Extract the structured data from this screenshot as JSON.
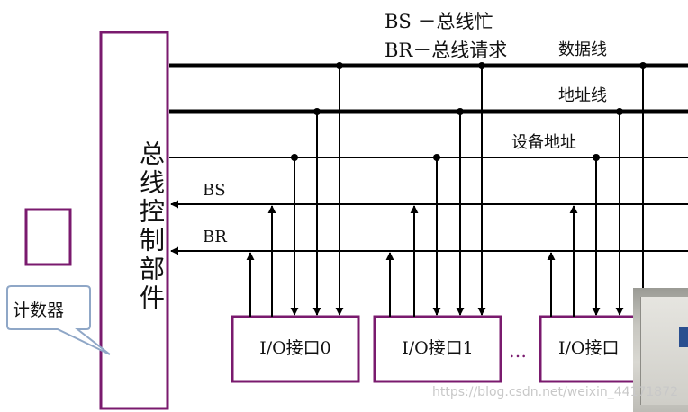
{
  "header": {
    "partial_title": ""
  },
  "legend": {
    "bs": "BS －总线忙",
    "br": "BR－总线请求"
  },
  "bus_lines": {
    "data": "数据线",
    "address": "地址线",
    "device_address": "设备地址",
    "bs": "BS",
    "br": "BR"
  },
  "controller": {
    "label": "总线控制部件"
  },
  "counter": {
    "label": "计数器"
  },
  "interfaces": [
    {
      "label": "I/O接口0"
    },
    {
      "label": "I/O接口1"
    },
    {
      "label": "I/O接口"
    }
  ],
  "ellipsis": "…",
  "watermark": "https://blog.csdn.net/weixin_44171872",
  "colors": {
    "box_border": "#7a1a6e",
    "line": "#000000",
    "callout_border": "#8fa7c7"
  }
}
